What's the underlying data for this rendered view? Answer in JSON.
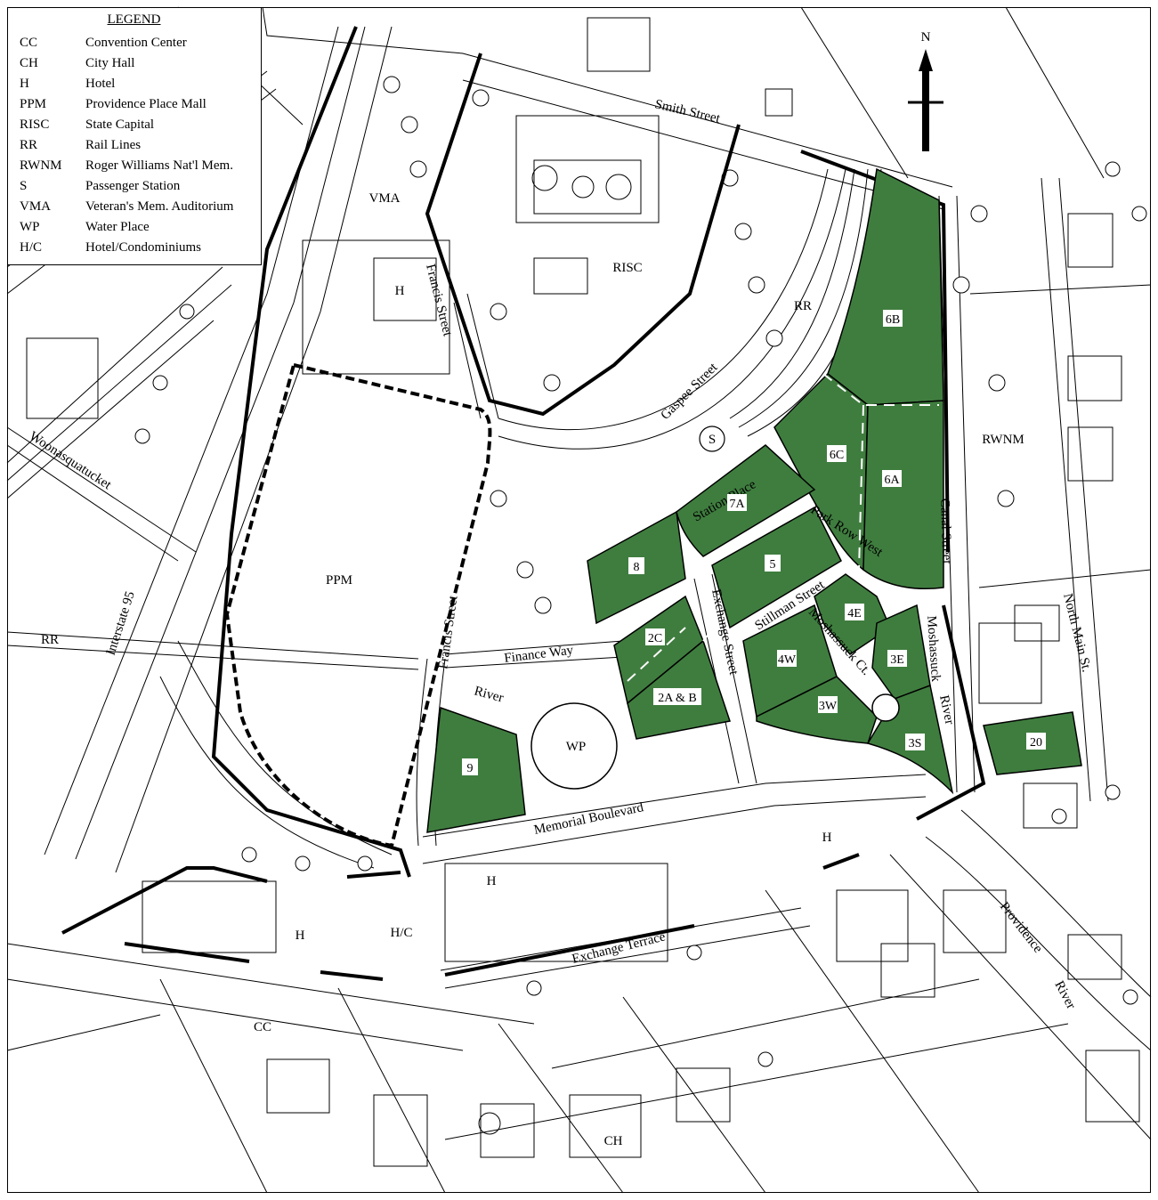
{
  "legend": {
    "title": "LEGEND",
    "entries": [
      {
        "code": "CC",
        "desc": "Convention Center"
      },
      {
        "code": "CH",
        "desc": "City Hall"
      },
      {
        "code": "H",
        "desc": "Hotel"
      },
      {
        "code": "PPM",
        "desc": "Providence Place Mall"
      },
      {
        "code": "RISC",
        "desc": "State Capital"
      },
      {
        "code": "RR",
        "desc": "Rail Lines"
      },
      {
        "code": "RWNM",
        "desc": "Roger Williams Nat'l Mem."
      },
      {
        "code": "S",
        "desc": "Passenger Station"
      },
      {
        "code": "VMA",
        "desc": "Veteran's Mem. Auditorium"
      },
      {
        "code": "WP",
        "desc": "Water Place"
      },
      {
        "code": "H/C",
        "desc": "Hotel/Condominiums"
      }
    ]
  },
  "north": "N",
  "colors": {
    "parcel": "#3f7d3f",
    "line": "#000000",
    "background": "#ffffff"
  },
  "map_labels": {
    "vma": "VMA",
    "risc": "RISC",
    "hotel_francis": "H",
    "rr_top": "RR",
    "ppm": "PPM",
    "station": "S",
    "rwnm": "RWNM",
    "rr_left": "RR",
    "wp": "WP",
    "hotel_memorial": "H",
    "hotel_exchange": "H",
    "hotel_bottom": "H",
    "hc": "H/C",
    "cc": "CC",
    "ch": "CH"
  },
  "streets": {
    "smith": "Smith Street",
    "francis_top": "Francis Street",
    "gaspee": "Gaspee Street",
    "woonasquatucket": "Woonasquatucket",
    "interstate": "Interstate 95",
    "canal": "Canal Street",
    "station_place": "Station Place",
    "park_row": "Park Row West",
    "stillman": "Stillman Street",
    "moshassuck_ct": "Moshassuck Ct.",
    "moshassuck": "Moshassuck",
    "river_right": "River",
    "north_main": "North Main St.",
    "exchange": "Exchange Street",
    "finance": "Finance Way",
    "francis_bottom": "Francis Street",
    "river_left": "River",
    "memorial": "Memorial Boulevard",
    "exchange_terrace": "Exchange Terrace",
    "providence": "Providence",
    "river_prov": "River"
  },
  "parcels": {
    "p6b": "6B",
    "p6c": "6C",
    "p6a": "6A",
    "p7a": "7A",
    "p8": "8",
    "p5": "5",
    "p4e": "4E",
    "p2c": "2C",
    "p4w": "4W",
    "p3e": "3E",
    "p2ab": "2A & B",
    "p3w": "3W",
    "p3s": "3S",
    "p9": "9",
    "p20": "20"
  }
}
